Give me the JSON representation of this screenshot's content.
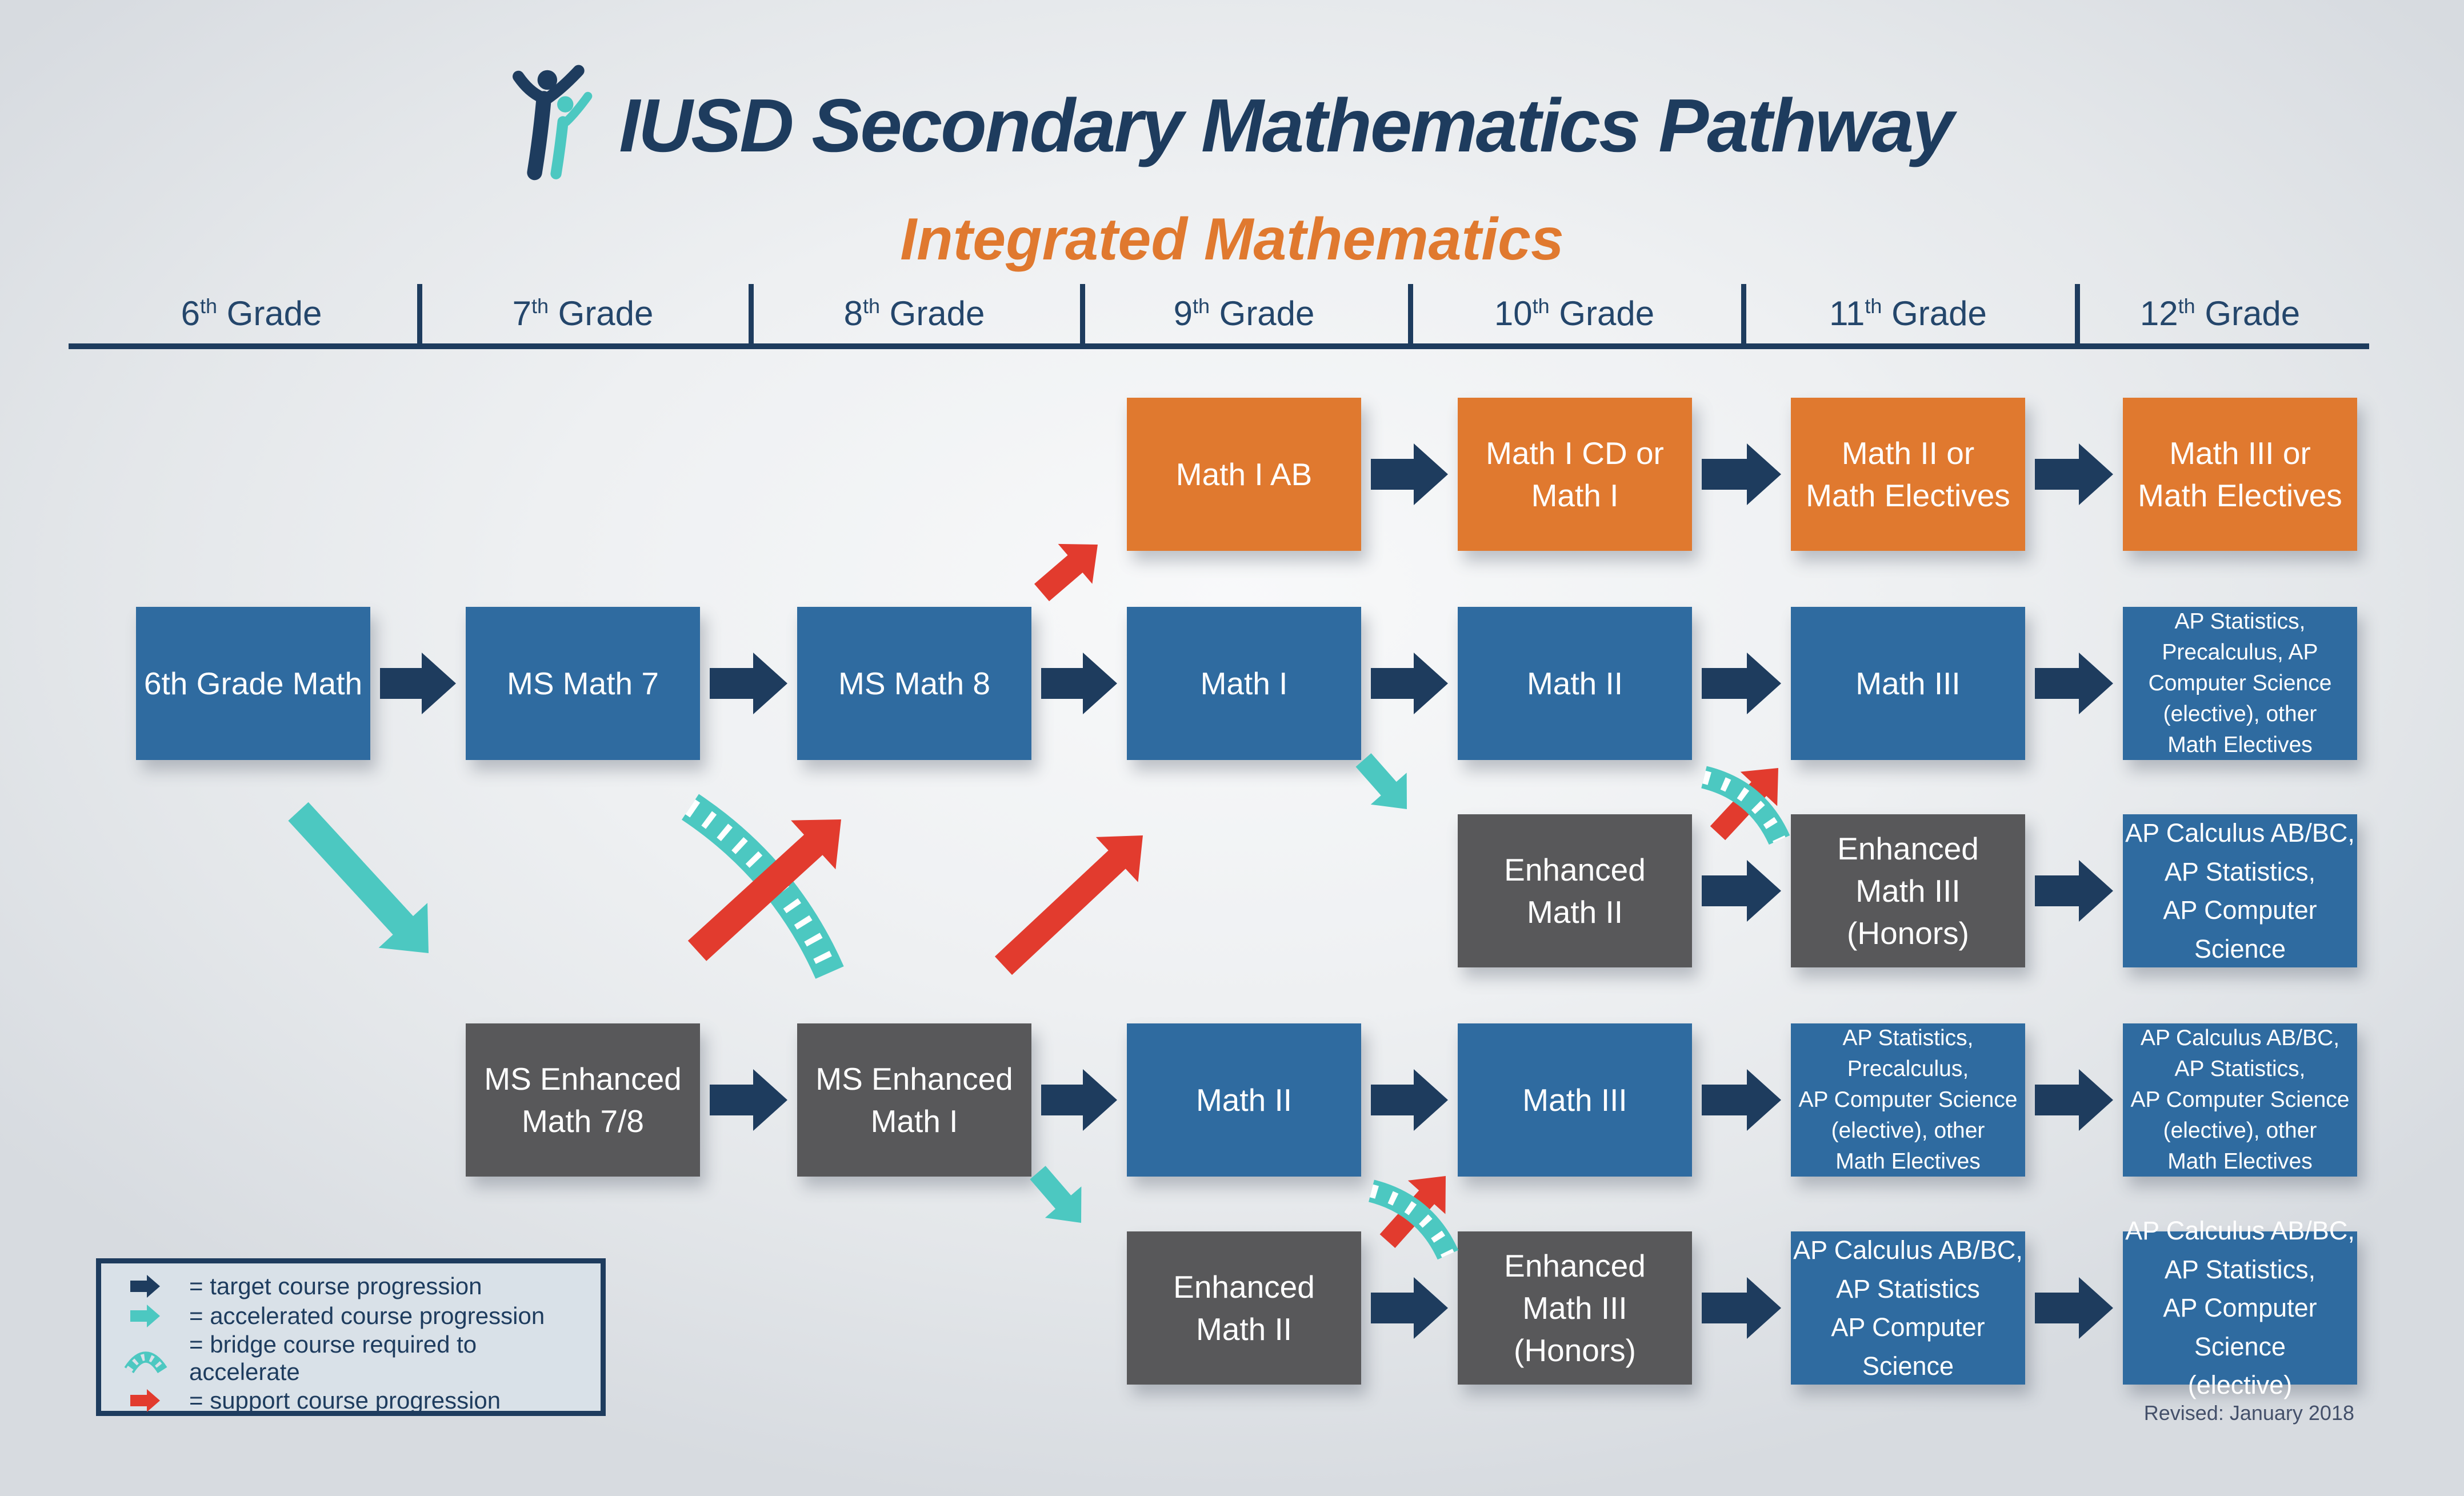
{
  "header": {
    "title": "IUSD Secondary Mathematics Pathway",
    "subtitle": "Integrated Mathematics",
    "logo": "iusd-figures-logo"
  },
  "grade_axis": {
    "grades": [
      {
        "number": "6",
        "suffix": "th",
        "word": "Grade"
      },
      {
        "number": "7",
        "suffix": "th",
        "word": "Grade"
      },
      {
        "number": "8",
        "suffix": "th",
        "word": "Grade"
      },
      {
        "number": "9",
        "suffix": "th",
        "word": "Grade"
      },
      {
        "number": "10",
        "suffix": "th",
        "word": "Grade"
      },
      {
        "number": "11",
        "suffix": "th",
        "word": "Grade"
      },
      {
        "number": "12",
        "suffix": "th",
        "word": "Grade"
      }
    ]
  },
  "courses": [
    {
      "id": "math-1-ab",
      "row": 1,
      "col": 3,
      "color": "orange",
      "size": "lg",
      "label": "Math I AB"
    },
    {
      "id": "math-1-cd-or-math-1",
      "row": 1,
      "col": 4,
      "color": "orange",
      "size": "lg",
      "label": "Math I CD or\nMath I"
    },
    {
      "id": "math-2-or-electives",
      "row": 1,
      "col": 5,
      "color": "orange",
      "size": "lg",
      "label": "Math II or\nMath Electives"
    },
    {
      "id": "math-3-or-electives",
      "row": 1,
      "col": 6,
      "color": "orange",
      "size": "lg",
      "label": "Math III or\nMath Electives"
    },
    {
      "id": "grade6-math",
      "row": 2,
      "col": 0,
      "color": "blue",
      "size": "lg",
      "label": "6th Grade Math"
    },
    {
      "id": "ms-math-7",
      "row": 2,
      "col": 1,
      "color": "blue",
      "size": "lg",
      "label": "MS Math 7"
    },
    {
      "id": "ms-math-8",
      "row": 2,
      "col": 2,
      "color": "blue",
      "size": "lg",
      "label": "MS Math 8"
    },
    {
      "id": "math-1",
      "row": 2,
      "col": 3,
      "color": "blue",
      "size": "lg",
      "label": "Math I"
    },
    {
      "id": "math-2",
      "row": 2,
      "col": 4,
      "color": "blue",
      "size": "lg",
      "label": "Math II"
    },
    {
      "id": "math-3",
      "row": 2,
      "col": 5,
      "color": "blue",
      "size": "lg",
      "label": "Math III"
    },
    {
      "id": "ap-stats-precalc-electives",
      "row": 2,
      "col": 6,
      "color": "blue",
      "size": "sm",
      "label": "AP Statistics,\nPrecalculus, AP\nComputer Science\n(elective), other\nMath Electives"
    },
    {
      "id": "enhanced-math-2",
      "row": 3,
      "col": 4,
      "color": "gray",
      "size": "lg",
      "label": "Enhanced\nMath II"
    },
    {
      "id": "enhanced-math-3-honors",
      "row": 3,
      "col": 5,
      "color": "gray",
      "size": "lg",
      "label": "Enhanced\nMath III\n(Honors)"
    },
    {
      "id": "ap-calc-stats-cs",
      "row": 3,
      "col": 6,
      "color": "blue",
      "size": "md",
      "label": "AP Calculus AB/BC,\nAP Statistics,\nAP Computer Science"
    },
    {
      "id": "ms-enhanced-math-78",
      "row": 4,
      "col": 1,
      "color": "gray",
      "size": "lg",
      "label": "MS Enhanced\nMath 7/8"
    },
    {
      "id": "ms-enhanced-math-1",
      "row": 4,
      "col": 2,
      "color": "gray",
      "size": "lg",
      "label": "MS Enhanced\nMath I"
    },
    {
      "id": "math-2-accel",
      "row": 4,
      "col": 3,
      "color": "blue",
      "size": "lg",
      "label": "Math II"
    },
    {
      "id": "math-3-accel",
      "row": 4,
      "col": 4,
      "color": "blue",
      "size": "lg",
      "label": "Math III"
    },
    {
      "id": "ap-stats-precalc-electives-11",
      "row": 4,
      "col": 5,
      "color": "blue",
      "size": "sm",
      "label": "AP Statistics,\nPrecalculus,\nAP Computer Science\n(elective), other\nMath Electives"
    },
    {
      "id": "ap-calc-stats-cs-electives-12",
      "row": 4,
      "col": 6,
      "color": "blue",
      "size": "sm",
      "label": "AP Calculus AB/BC,\nAP Statistics,\nAP Computer Science\n(elective), other\nMath Electives"
    },
    {
      "id": "enhanced-math-2-accel",
      "row": 5,
      "col": 3,
      "color": "gray",
      "size": "lg",
      "label": "Enhanced\nMath II"
    },
    {
      "id": "enhanced-math-3-honors-accel",
      "row": 5,
      "col": 4,
      "color": "gray",
      "size": "lg",
      "label": "Enhanced\nMath III\n(Honors)"
    },
    {
      "id": "ap-calc-stats-cs-11",
      "row": 5,
      "col": 5,
      "color": "blue",
      "size": "md",
      "label": "AP Calculus AB/BC,\nAP Statistics\nAP Computer Science"
    },
    {
      "id": "ap-calc-stats-cs-elective-12",
      "row": 5,
      "col": 6,
      "color": "blue",
      "size": "md",
      "label": "AP Calculus AB/BC,\nAP Statistics,\nAP Computer Science\n(elective)"
    }
  ],
  "special_flows": [
    {
      "id": "accel-grade6-to-ms-enhanced-78",
      "type": "accelerated"
    },
    {
      "id": "bridge-ms-math-to-enhanced",
      "type": "bridge"
    },
    {
      "id": "support-ms-enhanced-78-to-ms-math-8",
      "type": "support"
    },
    {
      "id": "support-math-1-to-math-1-ab",
      "type": "support"
    },
    {
      "id": "support-ms-enhanced-1-to-math-1",
      "type": "support"
    },
    {
      "id": "accel-math-2-to-enhanced-math-2",
      "type": "accelerated"
    },
    {
      "id": "support-enhanced-2-to-math-3",
      "type": "support"
    },
    {
      "id": "bridge-enhanced-2-to-enhanced-3",
      "type": "bridge"
    },
    {
      "id": "accel-ms-enhanced-1-to-enhanced-2",
      "type": "accelerated"
    },
    {
      "id": "support-math-2-accel-to-math-3",
      "type": "support"
    },
    {
      "id": "bridge-math-2-accel-to-enhanced-3",
      "type": "bridge"
    }
  ],
  "legend": {
    "items": [
      {
        "type": "target",
        "label": "= target course progression"
      },
      {
        "type": "accelerated",
        "label": "= accelerated course progression"
      },
      {
        "type": "bridge",
        "label": "= bridge course required to accelerate"
      },
      {
        "type": "support",
        "label": "= support course progression"
      }
    ]
  },
  "footer": {
    "revised": "Revised: January 2018"
  },
  "colors": {
    "navy": "#1e3c5e",
    "blue": "#2f6ba0",
    "orange": "#e0792f",
    "gray": "#58585a",
    "teal": "#4cc8c1",
    "red": "#e23b2e",
    "legend_bg": "#d9e1e8",
    "background": "#e8eaed"
  }
}
